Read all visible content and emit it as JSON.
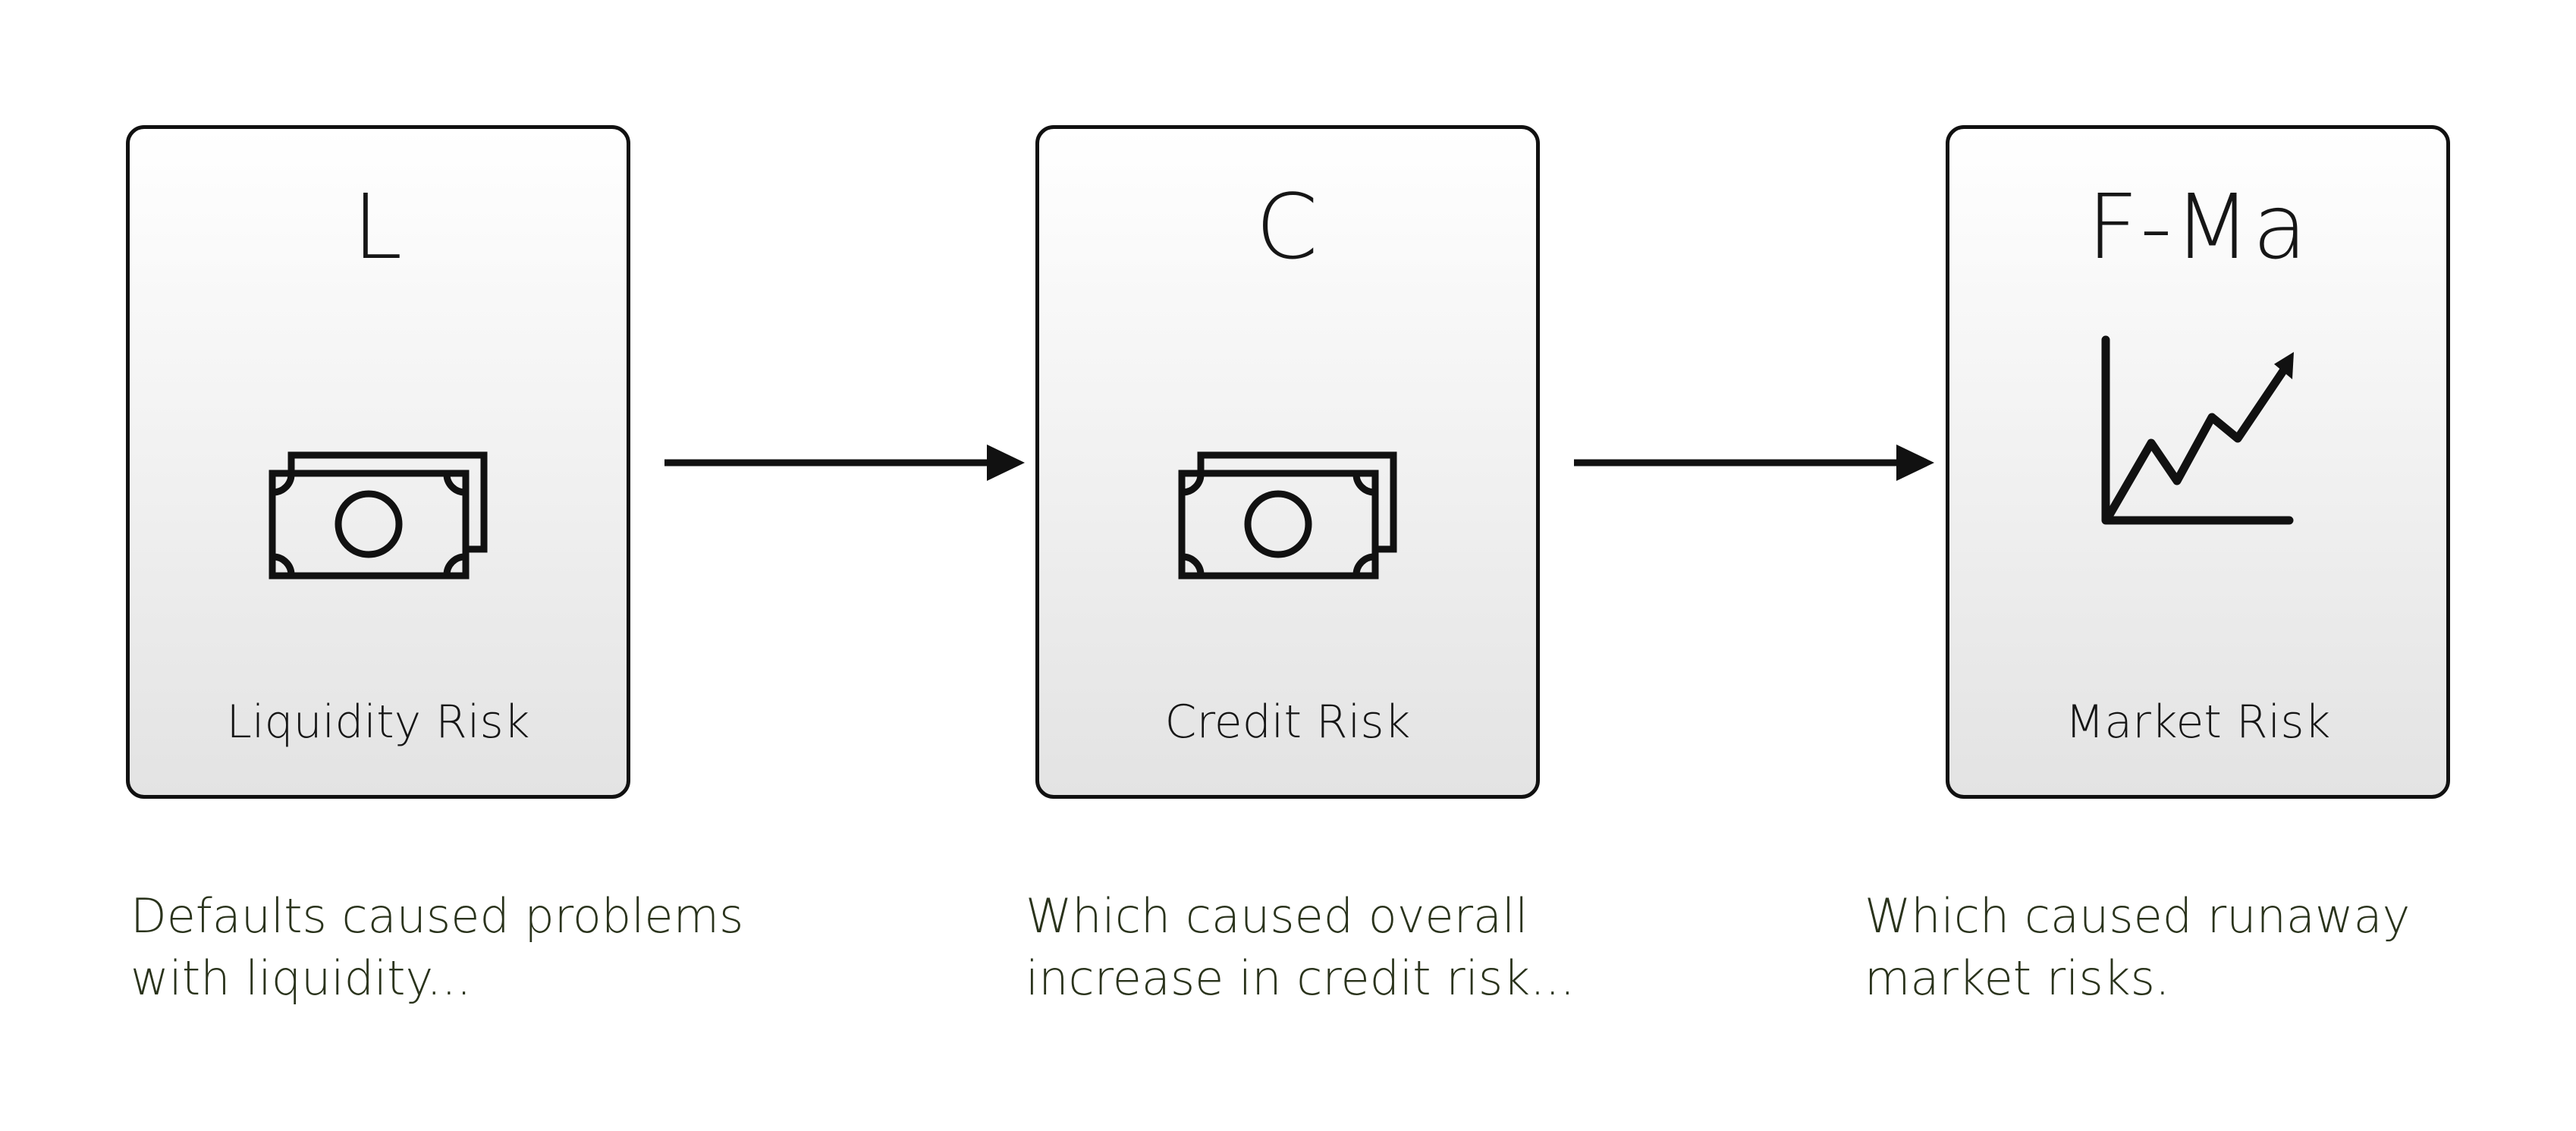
{
  "cards": [
    {
      "code": "L",
      "label": "Liquidity Risk",
      "icon": "money-icon"
    },
    {
      "code": "C",
      "label": "Credit Risk",
      "icon": "money-icon"
    },
    {
      "code": "F-Ma",
      "label": "Market Risk",
      "icon": "chart-trend-up-icon"
    }
  ],
  "captions": [
    {
      "line1": "Defaults caused problems",
      "line2": "with liquidity..."
    },
    {
      "line1": "Which caused overall",
      "line2": "increase in credit risk..."
    },
    {
      "line1": "Which caused runaway",
      "line2": "market risks."
    }
  ],
  "colors": {
    "stroke": "#111111",
    "caption_text": "#2a331c",
    "card_gradient_top": "#ffffff",
    "card_gradient_bottom": "#e3e3e3"
  }
}
